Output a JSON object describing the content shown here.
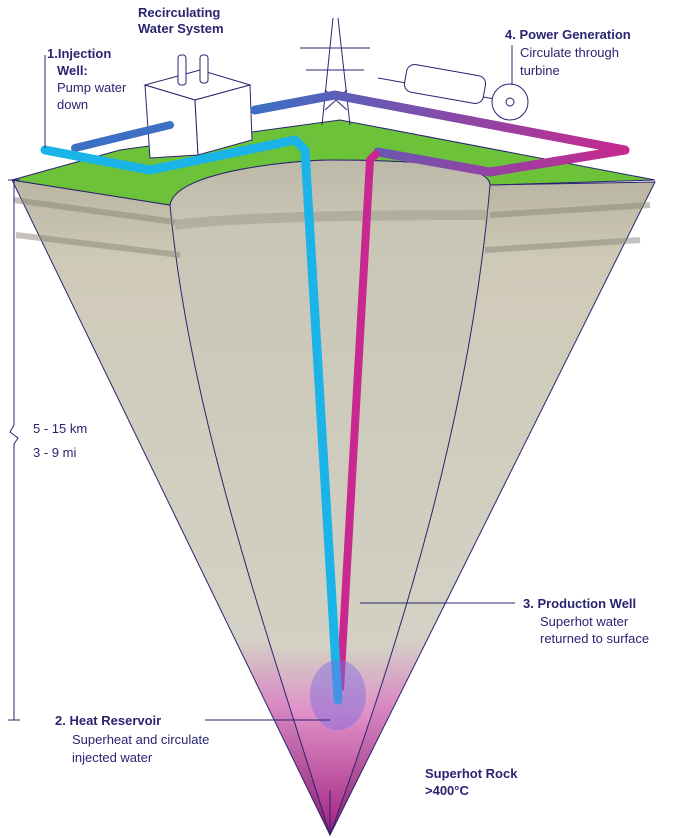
{
  "title": {
    "line1": "Recirculating",
    "line2": "Water System"
  },
  "injection": {
    "title1": "1.Injection",
    "title2": "Well:",
    "desc1": "Pump water",
    "desc2": "down"
  },
  "power": {
    "title": "4. Power Generation",
    "desc1": "Circulate through",
    "desc2": "turbine"
  },
  "scale": {
    "km": "5 - 15 km",
    "mi": "3 - 9 mi"
  },
  "production": {
    "title": "3. Production Well",
    "desc1": "Superhot water",
    "desc2": "returned to surface"
  },
  "reservoir": {
    "title": "2. Heat Reservoir",
    "desc1": "Superheat and circulate",
    "desc2": "injected water"
  },
  "rock": {
    "line1": "Superhot Rock",
    "line2": ">400°C"
  },
  "colors": {
    "text": "#2a2470",
    "grass": "#6cc33a",
    "rock": "#c9c6b6",
    "hot": "#c2188f",
    "injection": "#1ab4e8",
    "production": "#c8288f"
  }
}
